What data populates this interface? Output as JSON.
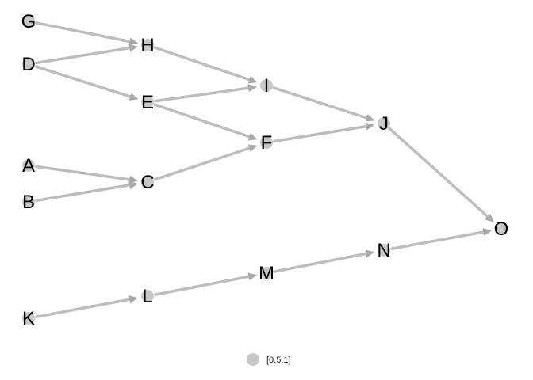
{
  "diagram": {
    "nodes": [
      {
        "id": "G",
        "label": "G"
      },
      {
        "id": "H",
        "label": "H"
      },
      {
        "id": "D",
        "label": "D"
      },
      {
        "id": "I",
        "label": "I"
      },
      {
        "id": "E",
        "label": "E"
      },
      {
        "id": "J",
        "label": "J"
      },
      {
        "id": "F",
        "label": "F"
      },
      {
        "id": "A",
        "label": "A"
      },
      {
        "id": "C",
        "label": "C"
      },
      {
        "id": "B",
        "label": "B"
      },
      {
        "id": "O",
        "label": "O"
      },
      {
        "id": "N",
        "label": "N"
      },
      {
        "id": "M",
        "label": "M"
      },
      {
        "id": "L",
        "label": "L"
      },
      {
        "id": "K",
        "label": "K"
      }
    ],
    "edges": [
      {
        "from": "G",
        "to": "H"
      },
      {
        "from": "D",
        "to": "H"
      },
      {
        "from": "D",
        "to": "E"
      },
      {
        "from": "H",
        "to": "I"
      },
      {
        "from": "E",
        "to": "I"
      },
      {
        "from": "E",
        "to": "F"
      },
      {
        "from": "A",
        "to": "C"
      },
      {
        "from": "B",
        "to": "C"
      },
      {
        "from": "C",
        "to": "F"
      },
      {
        "from": "I",
        "to": "J"
      },
      {
        "from": "F",
        "to": "J"
      },
      {
        "from": "J",
        "to": "O"
      },
      {
        "from": "K",
        "to": "L"
      },
      {
        "from": "L",
        "to": "M"
      },
      {
        "from": "M",
        "to": "N"
      },
      {
        "from": "N",
        "to": "O"
      }
    ],
    "edge_color": "#bdbdbd",
    "node_color": "#c8c8c8",
    "legend": {
      "label": "[0.5,1]"
    }
  }
}
